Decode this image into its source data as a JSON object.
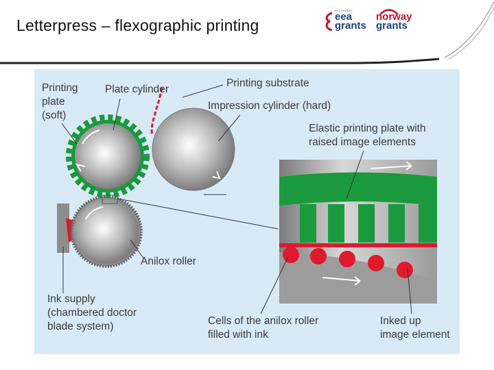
{
  "slide": {
    "title": "Letterpress – flexographic printing"
  },
  "logos": {
    "eea_small": "EEA GRANTS",
    "eea_line1": "eea",
    "eea_line2": "grants",
    "norway_line1": "norway",
    "norway_line2": "grants"
  },
  "diagram": {
    "printing_plate": "Printing\nplate\n(soft)",
    "plate_cylinder": "Plate cylinder",
    "printing_substrate": "Printing substrate",
    "impression_cylinder": "Impression cylinder (hard)",
    "elastic_plate": "Elastic printing plate with\nraised image elements",
    "anilox_roller": "Anilox roller",
    "ink_supply": "Ink supply\n(chambered doctor\nblade system)",
    "cells": "Cells of the anilox roller\nfilled with ink",
    "inked_element": "Inked up\nimage element"
  },
  "colors": {
    "panel": "#d9eaf7",
    "plate_green": "#1a9a3c",
    "ink_red": "#e0192c",
    "metal": "#a8a8a8",
    "logo_blue": "#1d3f7a",
    "logo_red": "#c8102e"
  }
}
